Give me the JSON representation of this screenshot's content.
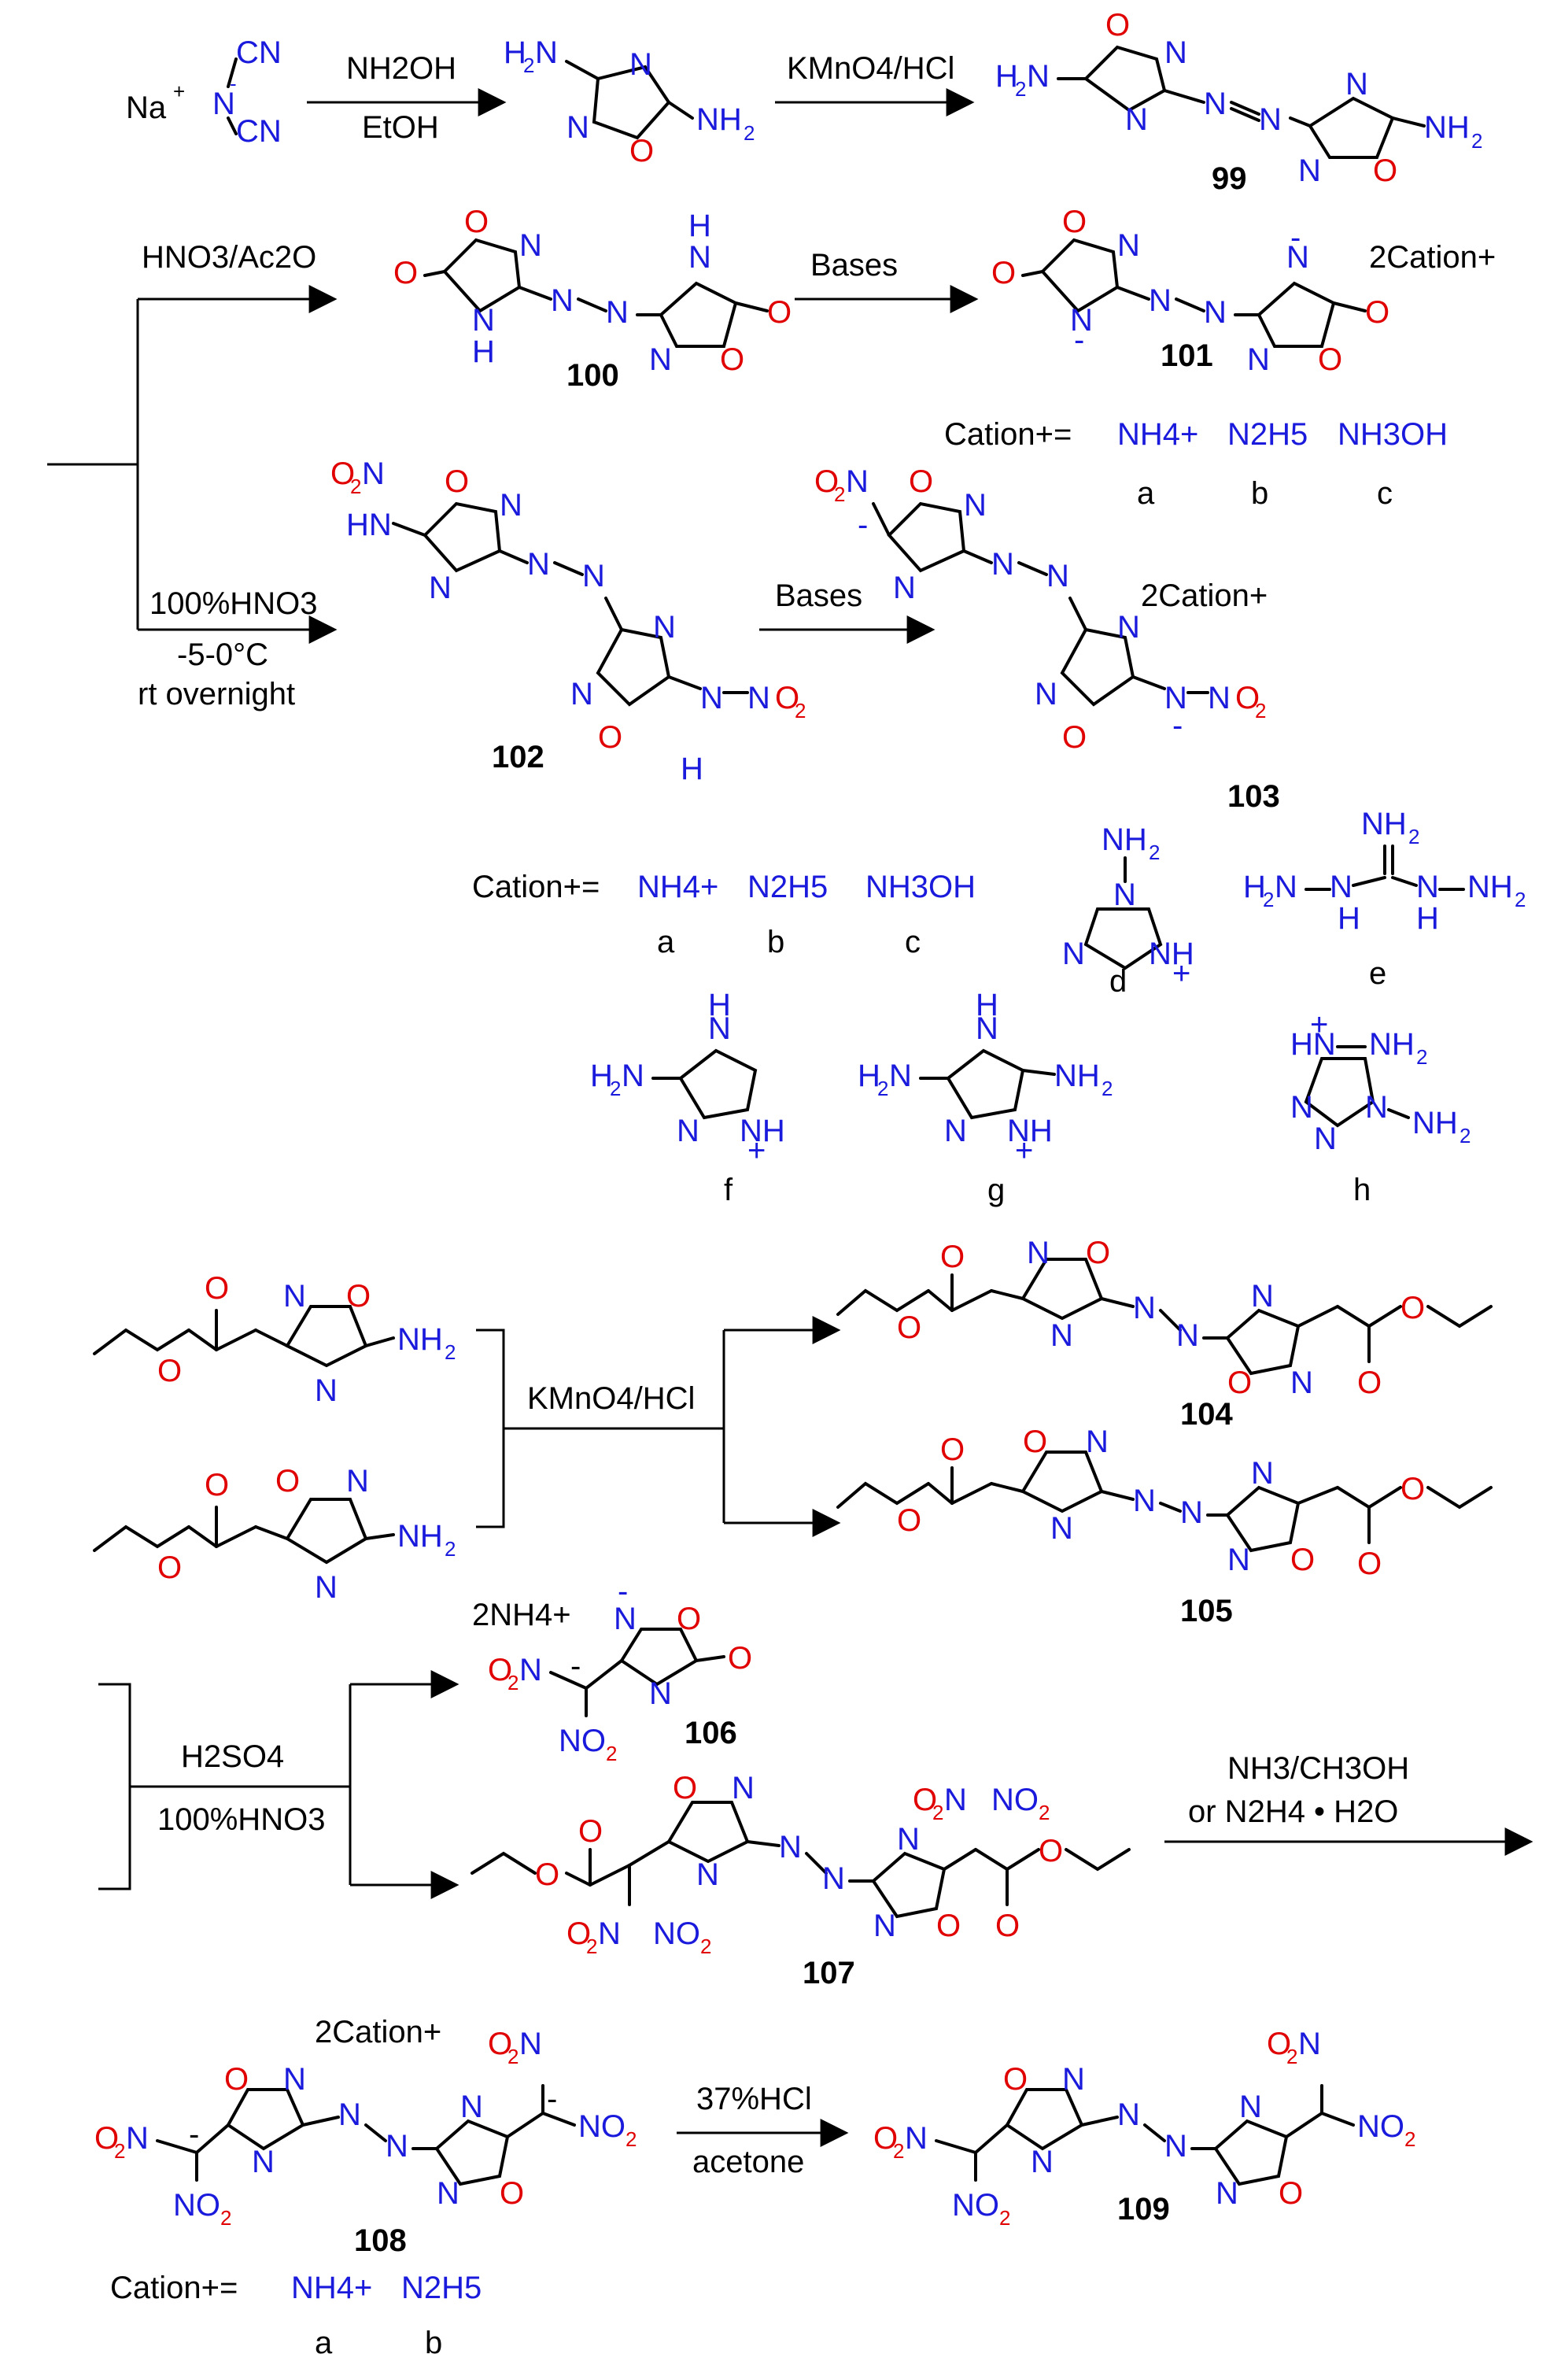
{
  "colors": {
    "nitrogen": "#1a1adc",
    "oxygen": "#e00000",
    "carbon_text": "#000000"
  },
  "compound_numbers": [
    "99",
    "100",
    "101",
    "102",
    "103",
    "104",
    "105",
    "106",
    "107",
    "108",
    "109"
  ],
  "reagents": {
    "r1": "NH2OH",
    "r1b": "EtOH",
    "r2": "KMnO4/HCl",
    "r3": "HNO3/Ac2O",
    "r4": "Bases",
    "r5": "100%HNO3",
    "r5b": "-5-0°C",
    "r5c": "rt overnight",
    "r6": "Bases",
    "r7": "KMnO4/HCl",
    "r8": "H2SO4",
    "r8b": "100%HNO3",
    "r9": "NH3/CH3OH",
    "r9b": "or  N2H4 • H2O",
    "r10": "37%HCl",
    "r10b": "acetone"
  },
  "salt_labels": {
    "l101": "2Cation+",
    "l103": "2Cation+",
    "l106": "2NH4+",
    "l108": "2Cation+",
    "cation_prefix": "Cation+="
  },
  "cations_1": [
    {
      "formula": "NH4+",
      "letter": "a"
    },
    {
      "formula": "N2H5",
      "letter": "b"
    },
    {
      "formula": "NH3OH",
      "letter": "c"
    }
  ],
  "cations_2": [
    {
      "formula": "NH4+",
      "letter": "a"
    },
    {
      "formula": "N2H5",
      "letter": "b"
    },
    {
      "formula": "NH3OH",
      "letter": "c"
    },
    {
      "formula": "4-amino-1,2,4-triazolium",
      "letter": "d"
    },
    {
      "formula": "triaminoguanidinium",
      "letter": "e"
    },
    {
      "formula": "3-amino-1,2,4-triazolium",
      "letter": "f"
    },
    {
      "formula": "3,5-diamino-1,2,4-triazolium",
      "letter": "g"
    },
    {
      "formula": "1,5-diaminotetrazolium",
      "letter": "h"
    }
  ],
  "cations_3": [
    {
      "formula": "NH4+",
      "letter": "a"
    },
    {
      "formula": "N2H5",
      "letter": "b"
    }
  ],
  "starting_material": "Na+ dicyanamide"
}
